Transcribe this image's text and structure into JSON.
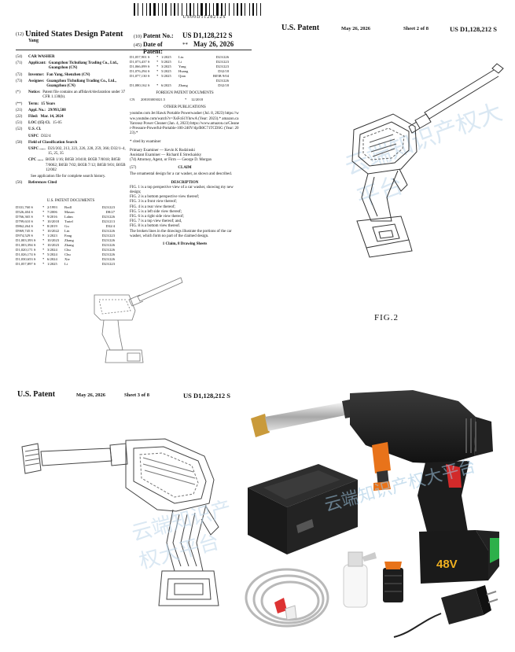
{
  "page1": {
    "barcode_number": "US00D1128212S",
    "line12_code": "(12)",
    "line12_text": "United States Design Patent",
    "inventor_short": "Yang",
    "line10_code": "(10)",
    "line10_label": "Patent No.:",
    "line10_value": "US D1,128,212 S",
    "line45_code": "(45)",
    "line45_label": "Date of Patent:",
    "line45_value": "May 26, 2026",
    "line45_stars": "**",
    "left_fields": [
      {
        "code": "(54)",
        "label": "CAR WASHER",
        "value": ""
      },
      {
        "code": "(71)",
        "label": "Applicant:",
        "value": "Guangzhou Tichuliang Trading Co., Ltd., Guangzhou (CN)"
      },
      {
        "code": "(72)",
        "label": "Inventor:",
        "value": "Fan Yang, Shenzhen (CN)"
      },
      {
        "code": "(73)",
        "label": "Assignee:",
        "value": "Guangzhou Tichuliang Trading Co., Ltd., Guangzhou (CN)"
      },
      {
        "code": "(*)",
        "label": "Notice:",
        "value": "Patent file contains an affidavit/declaration under 37 CFR 1.130(b)."
      },
      {
        "code": "(**)",
        "label": "Term:",
        "value": "15 Years"
      },
      {
        "code": "(21)",
        "label": "Appl. No.:",
        "value": "29/993,588"
      },
      {
        "code": "(22)",
        "label": "Filed:",
        "value": "Mar. 14, 2024"
      },
      {
        "code": "(51)",
        "label": "LOC (15) Cl.",
        "value": "15-05"
      },
      {
        "code": "(52)",
        "label": "U.S. Cl.",
        "value": ""
      },
      {
        "code": "",
        "label": "USPC",
        "value": "D32/4"
      },
      {
        "code": "(58)",
        "label": "Field of Classification Search",
        "value": ""
      },
      {
        "code": "",
        "label": "USPC ......",
        "value": "D23/202, 213, 223, 226, 228, 259, 366; D32/1–4, 15, 25, 35"
      },
      {
        "code": "",
        "label": "CPC ......",
        "value": "B05B 1/16; B05B 3/0418; B05B 7/0018; B05B 7/0062; B05B 7/02; B05B 7/12; B05B 9/01; B05B 12/002"
      },
      {
        "code": "",
        "label": "",
        "value": "See application file for complete search history."
      },
      {
        "code": "(56)",
        "label": "References Cited",
        "value": ""
      }
    ],
    "refs_heading": "U.S. PATENT DOCUMENTS",
    "refs": [
      {
        "n": "D331,760 S",
        "star": "*",
        "d": "2/1993",
        "i": "Bodl",
        "c": "D23/223"
      },
      {
        "n": "D526,404 S",
        "star": "*",
        "d": "7/2006",
        "i": "Mason",
        "c": "D8/27"
      },
      {
        "n": "D766,365 S",
        "star": "*",
        "d": "9/2016",
        "i": "Lahm",
        "c": "D23/226"
      },
      {
        "n": "D799,610 S",
        "star": "*",
        "d": "10/2018",
        "i": "Tratel",
        "c": "D23/213"
      },
      {
        "n": "D862,264 S",
        "star": "*",
        "d": "8/2019",
        "i": "Gu",
        "c": "D32/4"
      },
      {
        "n": "D969,745 S",
        "star": "*",
        "d": "10/2022",
        "i": "Lin",
        "c": "D23/226"
      },
      {
        "n": "D974,529 S",
        "star": "*",
        "d": "1/2023",
        "i": "Fang",
        "c": "D23/223"
      },
      {
        "n": "D1,003,393 S",
        "star": "*",
        "d": "10/2023",
        "i": "Zhang",
        "c": "D23/226"
      },
      {
        "n": "D1,003,394 S",
        "star": "*",
        "d": "10/2023",
        "i": "Zhang",
        "c": "D23/226"
      },
      {
        "n": "D1,020,171 S",
        "star": "*",
        "d": "3/2024",
        "i": "Chu",
        "c": "D23/226"
      },
      {
        "n": "D1,026,174 S",
        "star": "*",
        "d": "5/2024",
        "i": "Chu",
        "c": "D23/226"
      },
      {
        "n": "D1,030,653 S",
        "star": "*",
        "d": "6/2024",
        "i": "Xie",
        "c": "D23/226"
      },
      {
        "n": "D1,057,897 S",
        "star": "*",
        "d": "1/2025",
        "i": "Li",
        "c": "D23/223"
      }
    ],
    "right_refs": [
      {
        "n": "D1,057,901 S",
        "star": "*",
        "d": "1/2025",
        "i": "Liu",
        "c": "D23/226"
      },
      {
        "n": "D1,073,437 S",
        "star": "*",
        "d": "5/2025",
        "i": "Li",
        "c": "D23/223"
      },
      {
        "n": "D1,066,099 S",
        "star": "*",
        "d": "3/2025",
        "i": "Yang",
        "c": "D23/223"
      },
      {
        "n": "D1,076,294 S",
        "star": "*",
        "d": "5/2025",
        "i": "Huang",
        "c": "D32/18"
      },
      {
        "n": "D1,077,130 S",
        "star": "*",
        "d": "5/2025",
        "i": "Qian",
        "c": "B05B 9/04"
      },
      {
        "n": "",
        "star": "",
        "d": "",
        "i": "",
        "c": "D23/226"
      },
      {
        "n": "D1,080,162 S",
        "star": "*",
        "d": "6/2025",
        "i": "Zhang",
        "c": "D32/18"
      }
    ],
    "foreign_heading": "FOREIGN PATENT DOCUMENTS",
    "foreign_row": {
      "cn": "CN",
      "num": "208183003021.5",
      "star": "*",
      "date": "12/2018"
    },
    "other_heading": "OTHER PUBLICATIONS",
    "other_text": "youtube.com Jet Hawk Portable Powerwasher (Jul. 8, 2023) https://www.youtube.com/watch?v=XsFoS1YhrwA (Year: 2023).* amazon.ca Yaronsz Power Cleaner (Jan. 4, 2023) https://www.amazon.ca/Cleaner-Pressure-Powerful-Portable-100-240V/dp/B0C71TCDSG (Year: 2023).*",
    "cited_by": "* cited by examiner",
    "primary_examiner": "Primary Examiner — Kevin K Rudzinski",
    "assistant_examiner": "Assistant Examiner — Richard E Streckaisky",
    "attorney": "(74) Attorney, Agent, or Firm — George D. Morgan",
    "claim_code": "(57)",
    "claim_heading": "CLAIM",
    "claim_text": "The ornamental design for a car washer, as shown and described.",
    "desc_heading": "DESCRIPTION",
    "desc_lines": [
      "FIG. 1 is a top perspective view of a car washer, showing my new design;",
      "FIG. 2 is a bottom perspective view thereof;",
      "FIG. 3 is a front view thereof;",
      "FIG. 4 is a rear view thereof;",
      "FIG. 5 is a left side view thereof;",
      "FIG. 6 is a right side view thereof;",
      "FIG. 7 is a top view thereof; and,",
      "FIG. 8 is a bottom view thereof.",
      "The broken lines in the drawings illustrate the portions of the car washer, which form no part of the claimed design."
    ],
    "claims_summary": "1 Claim, 8 Drawing Sheets"
  },
  "page2": {
    "left": "U.S. Patent",
    "date": "May 26, 2026",
    "sheet": "Sheet 2 of 8",
    "number": "US D1,128,212 S",
    "fig_label": "FIG.2",
    "watermark_cn": "云端知识产权大平台"
  },
  "page3": {
    "left": "U.S. Patent",
    "date": "May 26, 2026",
    "sheet": "Sheet 3 of 8",
    "number": "US D1,128,212 S"
  },
  "product": {
    "battery_label": "48V"
  }
}
